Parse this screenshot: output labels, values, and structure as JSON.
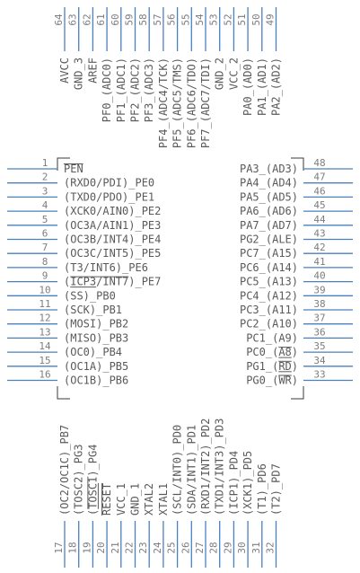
{
  "chip": {
    "left_pins": [
      {
        "num": "1",
        "label": "PEN"
      },
      {
        "num": "2",
        "label": "(RXD0/PDI)_PE0"
      },
      {
        "num": "3",
        "label": "(TXD0/PDO)_PE1"
      },
      {
        "num": "4",
        "label": "(XCK0/AIN0)_PE2"
      },
      {
        "num": "5",
        "label": "(OC3A/AIN1)_PE3"
      },
      {
        "num": "6",
        "label": "(OC3B/INT4)_PE4"
      },
      {
        "num": "7",
        "label": "(OC3C/INT5)_PE5"
      },
      {
        "num": "8",
        "label": "(T3/INT6)_PE6"
      },
      {
        "num": "9",
        "label": "(ICP3/INT7)_PE7"
      },
      {
        "num": "10",
        "label": "(SS)_PB0"
      },
      {
        "num": "11",
        "label": "(SCK)_PB1"
      },
      {
        "num": "12",
        "label": "(MOSI)_PB2"
      },
      {
        "num": "13",
        "label": "(MISO)_PB3"
      },
      {
        "num": "14",
        "label": "(OC0)_PB4"
      },
      {
        "num": "15",
        "label": "(OC1A)_PB5"
      },
      {
        "num": "16",
        "label": "(OC1B)_PB6"
      }
    ],
    "right_pins": [
      {
        "num": "48",
        "label": "PA3_(AD3)"
      },
      {
        "num": "47",
        "label": "PA4_(AD4)"
      },
      {
        "num": "46",
        "label": "PA5_(AD5)"
      },
      {
        "num": "45",
        "label": "PA6_(AD6)"
      },
      {
        "num": "44",
        "label": "PA7_(AD7)"
      },
      {
        "num": "43",
        "label": "PG2_(ALE)"
      },
      {
        "num": "42",
        "label": "PC7_(A15)"
      },
      {
        "num": "41",
        "label": "PC6_(A14)"
      },
      {
        "num": "40",
        "label": "PC5_(A13)"
      },
      {
        "num": "39",
        "label": "PC4_(A12)"
      },
      {
        "num": "38",
        "label": "PC3_(A11)"
      },
      {
        "num": "37",
        "label": "PC2_(A10)"
      },
      {
        "num": "36",
        "label": "PC1_(A9)"
      },
      {
        "num": "35",
        "label": "PC0_(A8)"
      },
      {
        "num": "34",
        "label": "PG1_(RD)"
      },
      {
        "num": "33",
        "label": "PG0_(WR)"
      }
    ],
    "top_pins": [
      {
        "num": "64",
        "label": "AVCC"
      },
      {
        "num": "63",
        "label": "GND_3"
      },
      {
        "num": "62",
        "label": "AREF"
      },
      {
        "num": "61",
        "label": "PF0_(ADC0)"
      },
      {
        "num": "60",
        "label": "PF1_(ADC1)"
      },
      {
        "num": "59",
        "label": "PF2_(ADC2)"
      },
      {
        "num": "58",
        "label": "PF3_(ADC3)"
      },
      {
        "num": "57",
        "label": "PF4_(ADC4/TCK)"
      },
      {
        "num": "56",
        "label": "PF5_(ADC5/TMS)"
      },
      {
        "num": "55",
        "label": "PF6_(ADC6/TDO)"
      },
      {
        "num": "54",
        "label": "PF7_(ADC7/TDI)"
      },
      {
        "num": "53",
        "label": "GND_2"
      },
      {
        "num": "52",
        "label": "VCC_2"
      },
      {
        "num": "51",
        "label": "PA0_(AD0)"
      },
      {
        "num": "50",
        "label": "PA1_(AD1)"
      },
      {
        "num": "49",
        "label": "PA2_(AD2)"
      }
    ],
    "bottom_pins": [
      {
        "num": "17",
        "label": "(OC2/OC1C)_PB7"
      },
      {
        "num": "18",
        "label": "(TOSC2)_PG3"
      },
      {
        "num": "19",
        "label": "(TOSC1)_PG4"
      },
      {
        "num": "20",
        "label": "RESET"
      },
      {
        "num": "21",
        "label": "VCC_1"
      },
      {
        "num": "22",
        "label": "GND_1"
      },
      {
        "num": "23",
        "label": "XTAL2"
      },
      {
        "num": "24",
        "label": "XTAL1"
      },
      {
        "num": "25",
        "label": "(SCL/INT0)_PD0"
      },
      {
        "num": "26",
        "label": "(SDA/INT1)_PD1"
      },
      {
        "num": "27",
        "label": "(RXD1/INT2)_PD2"
      },
      {
        "num": "28",
        "label": "(TXD1/INT3)_PD3"
      },
      {
        "num": "29",
        "label": "(ICP1)_PD4"
      },
      {
        "num": "30",
        "label": "(XCK1)_PD5"
      },
      {
        "num": "31",
        "label": "(T1)_PD6"
      },
      {
        "num": "32",
        "label": "(T2)_PD7"
      }
    ]
  },
  "colors": {
    "pin_line": "#4a7fc0",
    "pin_number": "#7d7d7d",
    "label": "#5a5a5a",
    "body_outline": "#3a3a3a"
  }
}
